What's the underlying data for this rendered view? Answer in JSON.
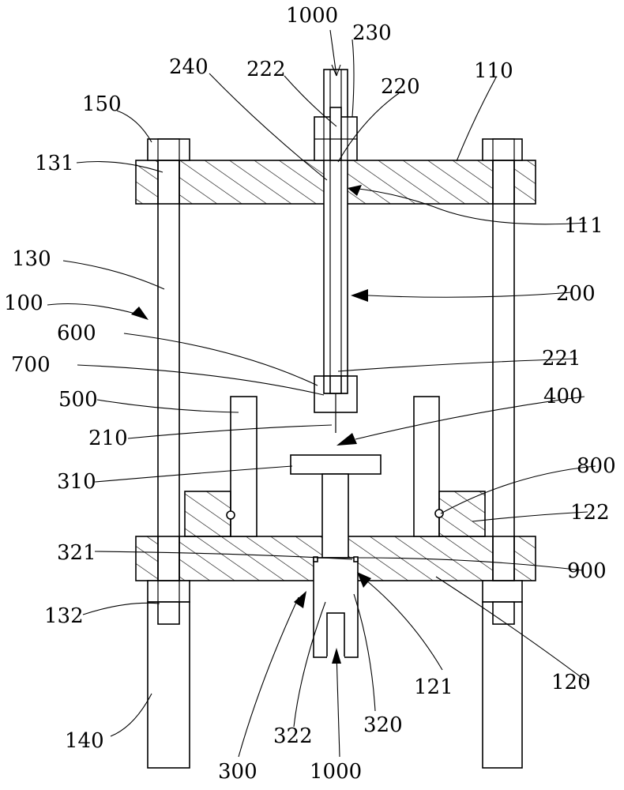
{
  "labels": {
    "l1000_top": "1000",
    "l230": "230",
    "l240": "240",
    "l222": "222",
    "l220": "220",
    "l110": "110",
    "l150": "150",
    "l131": "131",
    "l111": "111",
    "l130": "130",
    "l100": "100",
    "l200": "200",
    "l600": "600",
    "l700": "700",
    "l221": "221",
    "l500": "500",
    "l400": "400",
    "l210": "210",
    "l310": "310",
    "l800": "800",
    "l122": "122",
    "l321": "321",
    "l900": "900",
    "l132": "132",
    "l121": "121",
    "l120": "120",
    "l140": "140",
    "l322": "322",
    "l320": "320",
    "l300": "300",
    "l1000_bottom": "1000"
  }
}
